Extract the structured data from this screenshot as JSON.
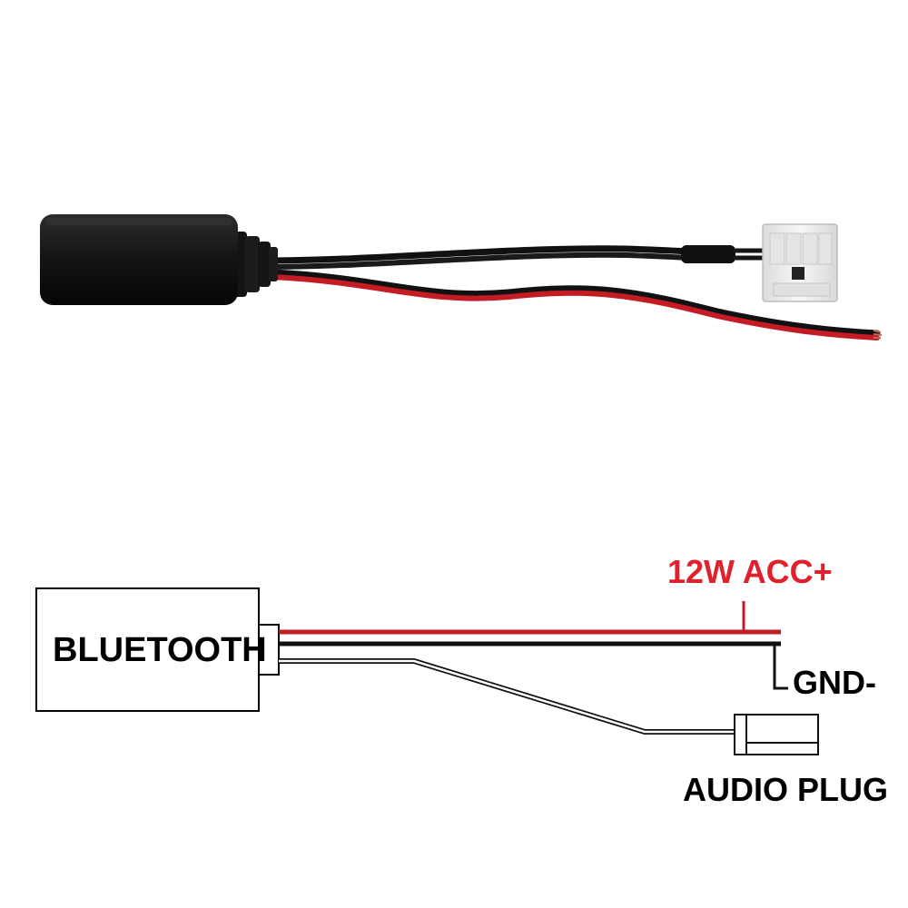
{
  "diagram": {
    "module_label": "BLUETOOTH",
    "acc_label": "12W ACC+",
    "gnd_label": "GND-",
    "plug_label": "AUDIO PLUG"
  },
  "colors": {
    "accent_red": "#e0202a",
    "wire_red": "#c41c24",
    "wire_black": "#111111",
    "module_body": "#161616",
    "connector_white": "#f1f1f1"
  },
  "icons": {
    "module": "bluetooth-receiver-module-icon",
    "connector": "audio-plug-connector-icon"
  }
}
